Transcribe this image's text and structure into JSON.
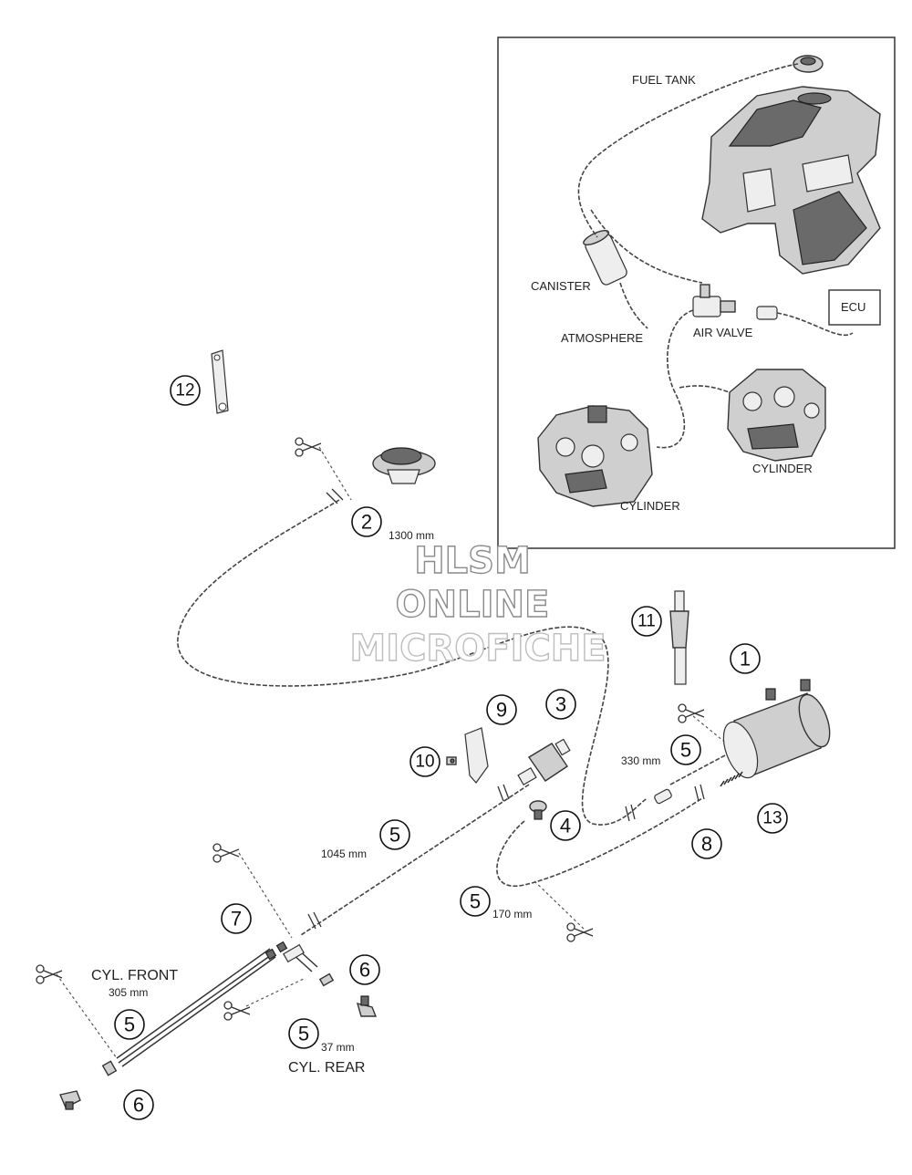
{
  "inset": {
    "labels": {
      "fuel_tank": "FUEL TANK",
      "canister": "CANISTER",
      "atmosphere": "ATMOSPHERE",
      "air_valve": "AIR VALVE",
      "ecu": "ECU",
      "cylinder_right": "CYLINDER",
      "cylinder_left": "CYLINDER"
    }
  },
  "watermark": {
    "line1": "HLSM",
    "line2": "ONLINE",
    "line3": "MICROFICHE"
  },
  "callouts": {
    "c1": "1",
    "c2": "2",
    "c3": "3",
    "c4": "4",
    "c5a": "5",
    "c5b": "5",
    "c5c": "5",
    "c5d": "5",
    "c5e": "5",
    "c6a": "6",
    "c6b": "6",
    "c7": "7",
    "c8": "8",
    "c9": "9",
    "c10": "10",
    "c11": "11",
    "c12": "12",
    "c13": "13"
  },
  "dimensions": {
    "d1300": "1300 mm",
    "d330": "330 mm",
    "d1045": "1045 mm",
    "d170": "170 mm",
    "d305": "305 mm",
    "d37": "37 mm"
  },
  "annotations": {
    "cyl_front": "CYL. FRONT",
    "cyl_rear": "CYL. REAR"
  }
}
